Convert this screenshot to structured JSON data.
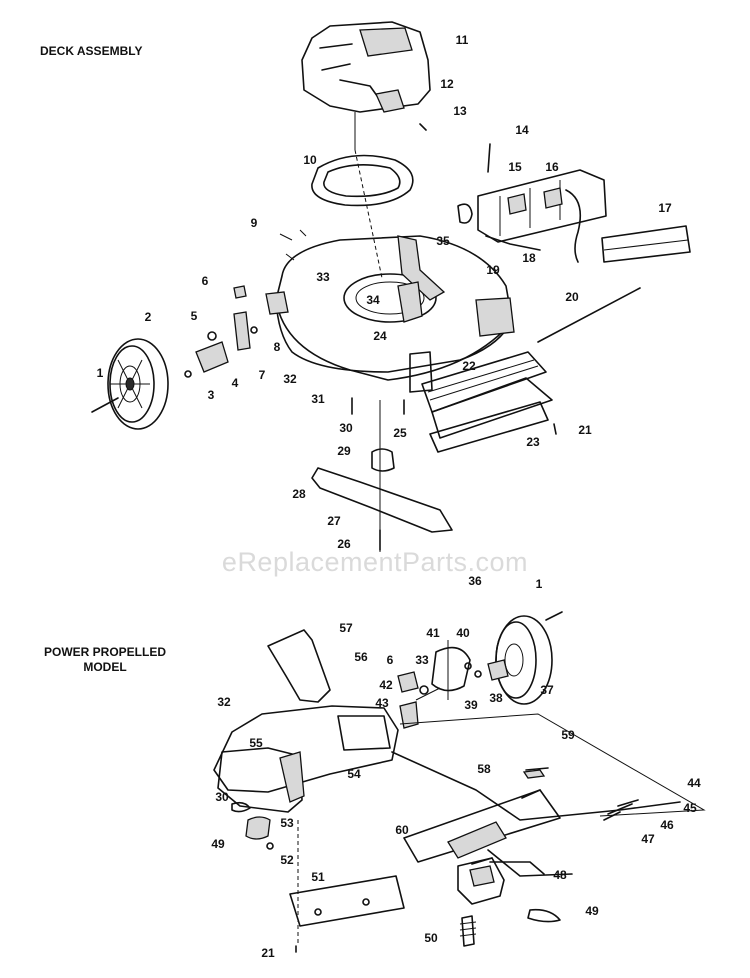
{
  "headings": {
    "deck_assembly": "DECK ASSEMBLY",
    "power_propelled_line1": "POWER PROPELLED",
    "power_propelled_line2": "MODEL"
  },
  "watermark": "eReplacementParts.com",
  "deck_callouts": [
    "11",
    "12",
    "13",
    "14",
    "15",
    "16",
    "17",
    "10",
    "35",
    "18",
    "19",
    "9",
    "20",
    "6",
    "33",
    "34",
    "2",
    "5",
    "24",
    "8",
    "7",
    "4",
    "3",
    "1",
    "32",
    "22",
    "31",
    "25",
    "30",
    "21",
    "23",
    "29",
    "28",
    "27",
    "26"
  ],
  "power_callouts": [
    "36",
    "1",
    "57",
    "56",
    "41",
    "40",
    "6",
    "33",
    "42",
    "38",
    "37",
    "39",
    "32",
    "43",
    "59",
    "55",
    "54",
    "58",
    "44",
    "45",
    "46",
    "47",
    "30",
    "53",
    "49",
    "60",
    "52",
    "48",
    "51",
    "49",
    "50",
    "21"
  ]
}
